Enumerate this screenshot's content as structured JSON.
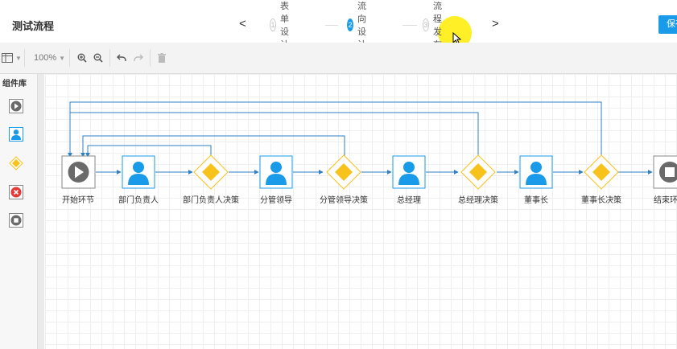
{
  "app_title": "测试流程",
  "steps": [
    {
      "num": "1",
      "label": "表单设计",
      "active": false
    },
    {
      "num": "2",
      "label": "流向设计",
      "active": true
    },
    {
      "num": "3",
      "label": "流程发布",
      "active": false
    }
  ],
  "nav": {
    "prev": "<",
    "next": ">"
  },
  "save_label": "保存",
  "toolbar": {
    "zoom": "100%"
  },
  "sidebar": {
    "title": "组件库"
  },
  "icons": {
    "layout": "layout-toggle-icon",
    "zoom_in": "zoom-in-icon",
    "zoom_out": "zoom-out-icon",
    "undo": "undo-icon",
    "redo": "redo-icon",
    "delete": "trash-icon"
  },
  "colors": {
    "accent": "#1a9be9",
    "decision": "#f7c21b",
    "connector": "#2f7fc3",
    "end": "#e53935"
  },
  "nodes": [
    {
      "label": "开始环节",
      "type": "start"
    },
    {
      "label": "部门负责人",
      "type": "task"
    },
    {
      "label": "部门负责人决策",
      "type": "decision"
    },
    {
      "label": "分管领导",
      "type": "task"
    },
    {
      "label": "分管领导决策",
      "type": "decision"
    },
    {
      "label": "总经理",
      "type": "task"
    },
    {
      "label": "总经理决策",
      "type": "decision"
    },
    {
      "label": "董事长",
      "type": "task"
    },
    {
      "label": "董事长决策",
      "type": "decision"
    },
    {
      "label": "结束环",
      "type": "end"
    }
  ]
}
